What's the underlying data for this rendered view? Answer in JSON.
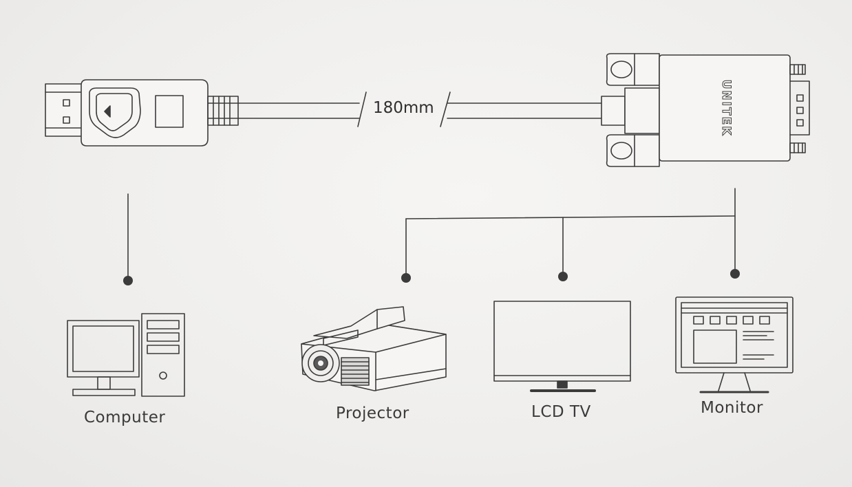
{
  "cable": {
    "length_label": "180mm",
    "brand": "UNITEK"
  },
  "source": {
    "label": "Computer",
    "icon": "computer-icon"
  },
  "outputs": [
    {
      "label": "Projector",
      "icon": "projector-icon"
    },
    {
      "label": "LCD TV",
      "icon": "lcd-tv-icon"
    },
    {
      "label": "Monitor",
      "icon": "monitor-icon"
    }
  ],
  "colors": {
    "line": "#3b3b3b",
    "background": "#f1f0ee"
  }
}
